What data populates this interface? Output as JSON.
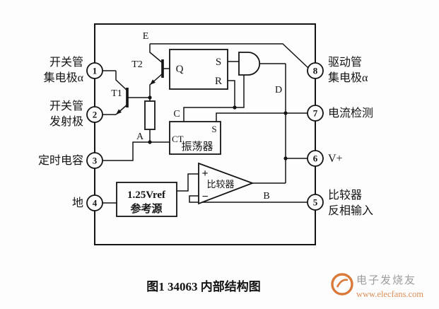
{
  "figure": {
    "caption": "图1 34063 内部结构图"
  },
  "watermark": {
    "brand": "电子发烧友",
    "url": "www.elecfans.com"
  },
  "colors": {
    "line": "#141414",
    "accent": "#d97a3a",
    "muted": "#9c9c9c"
  },
  "pins": {
    "left": [
      {
        "number": "1",
        "line1": "开关管",
        "line2": "集电极α"
      },
      {
        "number": "2",
        "line1": "开关管",
        "line2": "发射极"
      },
      {
        "number": "3",
        "line1": "定时电容",
        "line2": ""
      },
      {
        "number": "4",
        "line1": "地",
        "line2": ""
      }
    ],
    "right": [
      {
        "number": "8",
        "line1": "驱动管",
        "line2": "集电极α"
      },
      {
        "number": "7",
        "line1": "电流检测",
        "line2": ""
      },
      {
        "number": "6",
        "line1": "V+",
        "line2": ""
      },
      {
        "number": "5",
        "line1": "比较器",
        "line2": "反相输入"
      }
    ]
  },
  "labels": {
    "e": "E",
    "a": "A",
    "b": "B",
    "c": "C",
    "d": "D",
    "t1": "T1",
    "t2": "T2",
    "ff_q": "Q",
    "ff_s": "S",
    "ff_r": "R",
    "osc_ct": "CT",
    "osc_s": "S",
    "osc_name": "振荡器",
    "cmp_plus": "+",
    "cmp_minus": "−",
    "cmp_name": "比较器",
    "vref_line1": "1.25Vref",
    "vref_line2": "参考源"
  }
}
